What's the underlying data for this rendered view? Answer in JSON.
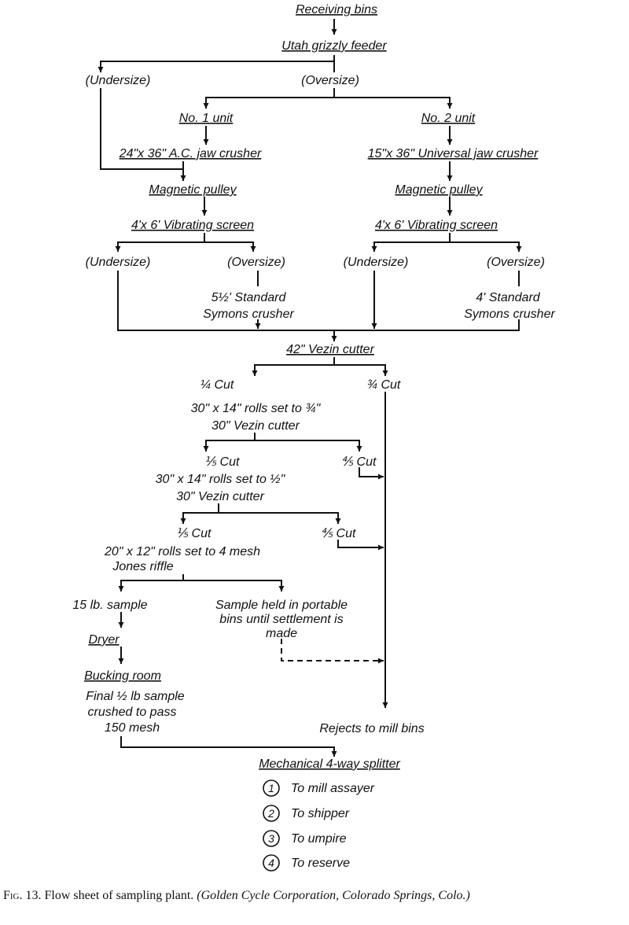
{
  "nodes": {
    "receiving_bins": "Receiving bins",
    "utah_grizzly_feeder": "Utah grizzly feeder",
    "undersize_left": "(Undersize)",
    "oversize_top": "(Oversize)",
    "unit1": "No. 1 unit",
    "unit2": "No. 2 unit",
    "jaw1": "24\"x 36\" A.C. jaw crusher",
    "jaw2": "15\"x 36\" Universal jaw crusher",
    "magnetic1": "Magnetic pulley",
    "magnetic2": "Magnetic pulley",
    "screen1": "4'x 6' Vibrating screen",
    "screen2": "4'x 6' Vibrating screen",
    "undersize_a": "(Undersize)",
    "oversize_a": "(Oversize)",
    "undersize_b": "(Undersize)",
    "oversize_b": "(Oversize)",
    "symons1_l1": "5½' Standard",
    "symons1_l2": "Symons crusher",
    "symons2_l1": "4' Standard",
    "symons2_l2": "Symons crusher",
    "vezin42": "42\" Vezin cutter",
    "cut_quarter": "¼ Cut",
    "cut_three_quarter": "¾ Cut",
    "rolls1": "30\" x 14\" rolls set to ¾\"",
    "vezin30a": "30\" Vezin cutter",
    "cut_fifth_a": "⅕ Cut",
    "cut_four_fifth_a": "⅘ Cut",
    "rolls2": "30\" x 14\" rolls set to ½\"",
    "vezin30b": "30\" Vezin cutter",
    "cut_fifth_b": "⅕ Cut",
    "cut_four_fifth_b": "⅘ Cut",
    "rolls3": "20\" x 12\" rolls set to 4 mesh",
    "jones": "Jones riffle",
    "sample15": "15 lb. sample",
    "held_l1": "Sample held in portable",
    "held_l2": "bins until settlement is",
    "held_l3": "made",
    "dryer": "Dryer",
    "bucking": "Bucking room",
    "final_l1": "Final ½ lb sample",
    "final_l2": "crushed to pass",
    "final_l3": "150 mesh",
    "rejects": "Rejects to mill bins",
    "splitter": "Mechanical 4-way splitter"
  },
  "outputs": [
    {
      "num": "1",
      "label": "To mill assayer"
    },
    {
      "num": "2",
      "label": "To shipper"
    },
    {
      "num": "3",
      "label": "To umpire"
    },
    {
      "num": "4",
      "label": "To reserve"
    }
  ],
  "caption": {
    "prefix": "Fig. 13.",
    "text": "Flow sheet of sampling plant.",
    "source": "(Golden Cycle Corporation, Colorado Springs, Colo.)"
  }
}
